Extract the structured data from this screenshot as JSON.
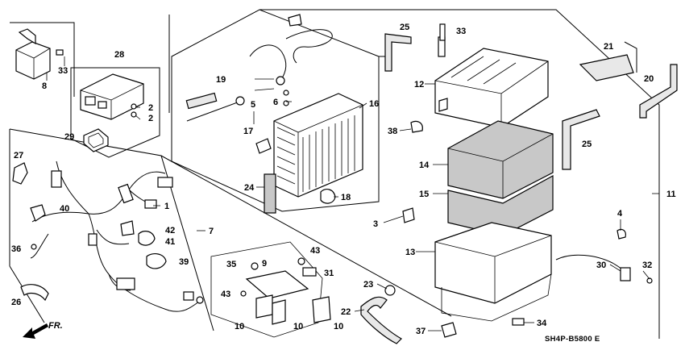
{
  "diagram": {
    "callouts": [
      "1",
      "2",
      "2",
      "3",
      "4",
      "5",
      "6",
      "7",
      "8",
      "9",
      "10",
      "10",
      "10",
      "11",
      "12",
      "13",
      "14",
      "15",
      "16",
      "17",
      "18",
      "19",
      "20",
      "21",
      "22",
      "23",
      "24",
      "25",
      "25",
      "26",
      "27",
      "28",
      "29",
      "30",
      "31",
      "32",
      "33",
      "33",
      "34",
      "35",
      "36",
      "37",
      "38",
      "39",
      "40",
      "41",
      "42",
      "43",
      "43"
    ],
    "direction_label": "FR.",
    "reference_code": "SH4P-B5800 E"
  }
}
